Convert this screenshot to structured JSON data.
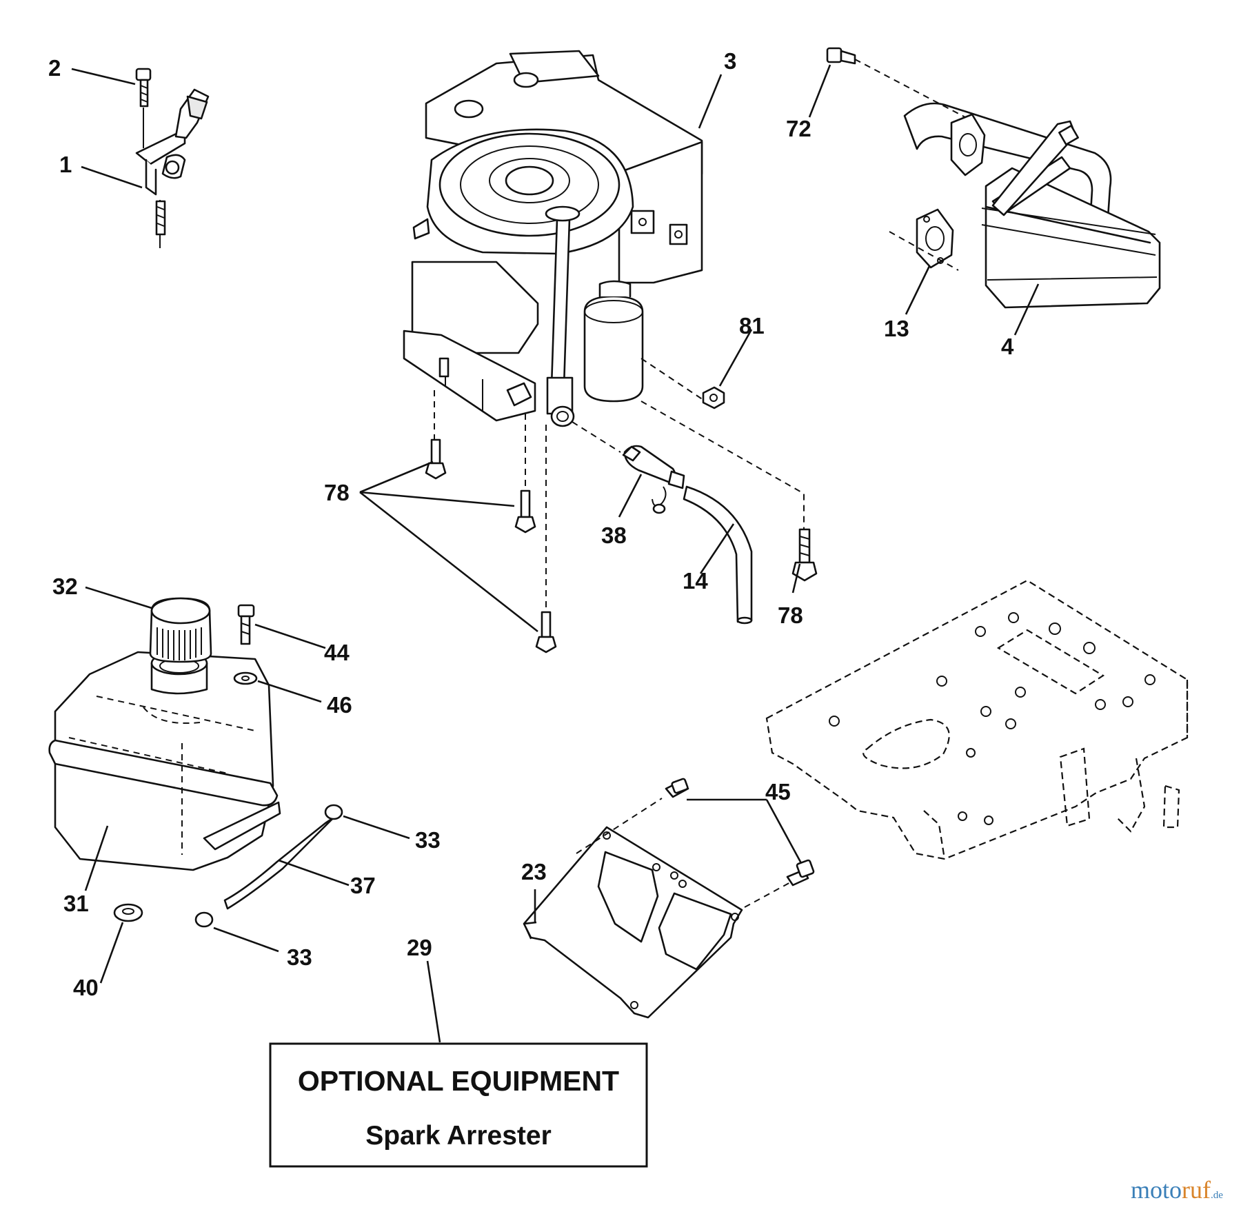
{
  "callouts": {
    "p1": "1",
    "p2": "2",
    "p3": "3",
    "p4": "4",
    "p13": "13",
    "p14": "14",
    "p23": "23",
    "p29": "29",
    "p31": "31",
    "p32": "32",
    "p33a": "33",
    "p33b": "33",
    "p37": "37",
    "p38": "38",
    "p40": "40",
    "p44": "44",
    "p45": "45",
    "p46": "46",
    "p72": "72",
    "p78a": "78",
    "p78b": "78",
    "p81": "81"
  },
  "optional_box": {
    "title": "OPTIONAL EQUIPMENT",
    "subtitle": "Spark Arrester"
  },
  "watermark": {
    "part1": "moto",
    "part2": "ruf",
    "suffix": ".de"
  }
}
